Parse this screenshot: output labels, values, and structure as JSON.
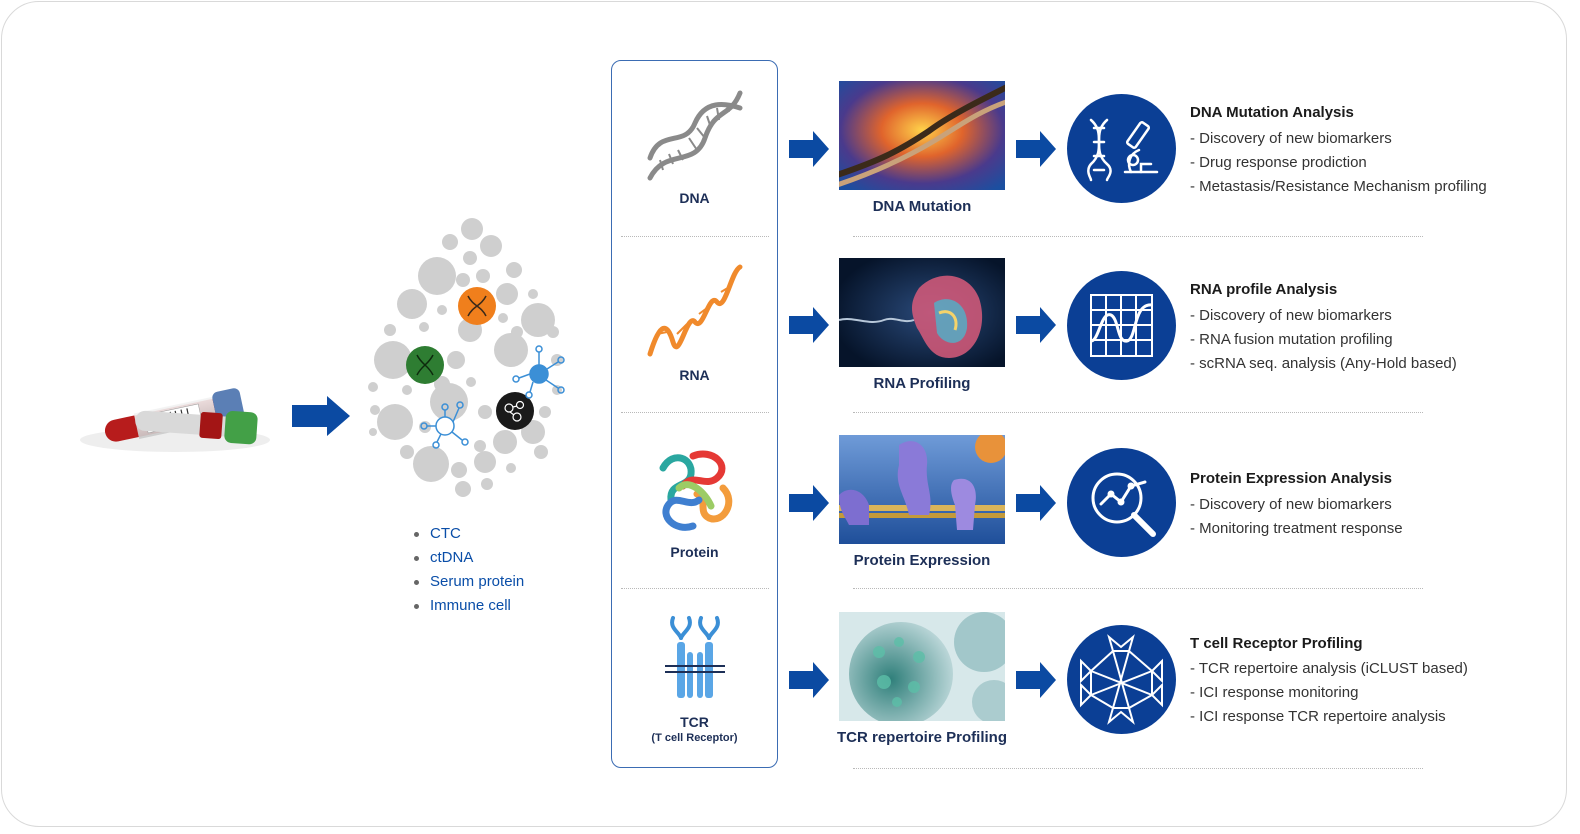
{
  "sources": [
    "CTC",
    "ctDNA",
    "Serum protein",
    "Immune cell"
  ],
  "rows": [
    {
      "molecule": "DNA",
      "molecule_sub": "",
      "photo_label": "DNA Mutation",
      "analysis_title": "DNA Mutation Analysis",
      "analysis_items": [
        "- Discovery of new biomarkers",
        "- Drug response prodiction",
        "- Metastasis/Resistance Mechanism profiling"
      ]
    },
    {
      "molecule": "RNA",
      "molecule_sub": "",
      "photo_label": "RNA Profiling",
      "analysis_title": "RNA profile Analysis",
      "analysis_items": [
        "- Discovery of new biomarkers",
        "- RNA fusion mutation profiling",
        "- scRNA seq. analysis (Any-Hold based)"
      ]
    },
    {
      "molecule": "Protein",
      "molecule_sub": "",
      "photo_label": "Protein Expression",
      "analysis_title": "Protein Expression Analysis",
      "analysis_items": [
        "- Discovery of new biomarkers",
        "- Monitoring treatment response"
      ]
    },
    {
      "molecule": "TCR",
      "molecule_sub": "(T cell Receptor)",
      "photo_label": "TCR repertoire Profiling",
      "analysis_title": "T cell Receptor Profiling",
      "analysis_items": [
        "- TCR repertoire analysis (iCLUST based)",
        "- ICI response monitoring",
        "- ICI response TCR repertoire analysis"
      ]
    }
  ],
  "colors": {
    "arrow": "#0b4aa2",
    "icon_circle": "#0b3f95",
    "dna_helix": "#8a8a8a",
    "rna_helix": "#f08a2c",
    "source_text": "#0a4ea8"
  },
  "icons": {
    "row1": "dna-microscope-icon",
    "row2": "graph-grid-icon",
    "row3": "magnifier-chart-icon",
    "row4": "network-icon"
  }
}
